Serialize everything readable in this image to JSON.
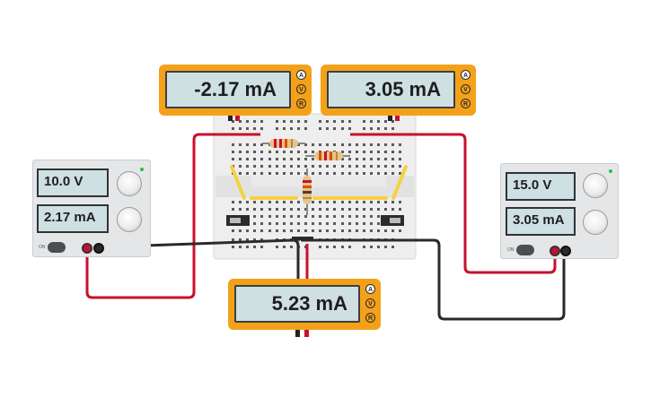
{
  "meters": {
    "left_top": {
      "value": "-2.17 mA",
      "buttons": [
        "A",
        "V",
        "R"
      ],
      "active": "A"
    },
    "right_top": {
      "value": "3.05 mA",
      "buttons": [
        "A",
        "V",
        "R"
      ],
      "active": "A"
    },
    "bottom": {
      "value": "5.23 mA",
      "buttons": [
        "A",
        "V",
        "R"
      ],
      "active": "A"
    }
  },
  "supplies": {
    "left": {
      "voltage": "10.0 V",
      "current": "2.17 mA",
      "on_label": "ON"
    },
    "right": {
      "voltage": "15.0 V",
      "current": "3.05 mA",
      "on_label": "ON"
    }
  },
  "colors": {
    "meter_body": "#f4a11a",
    "wire_red": "#c8102e",
    "wire_black": "#2a2a2a",
    "jumper_yellow": "#f5d142",
    "breadboard": "#eeeeee"
  }
}
